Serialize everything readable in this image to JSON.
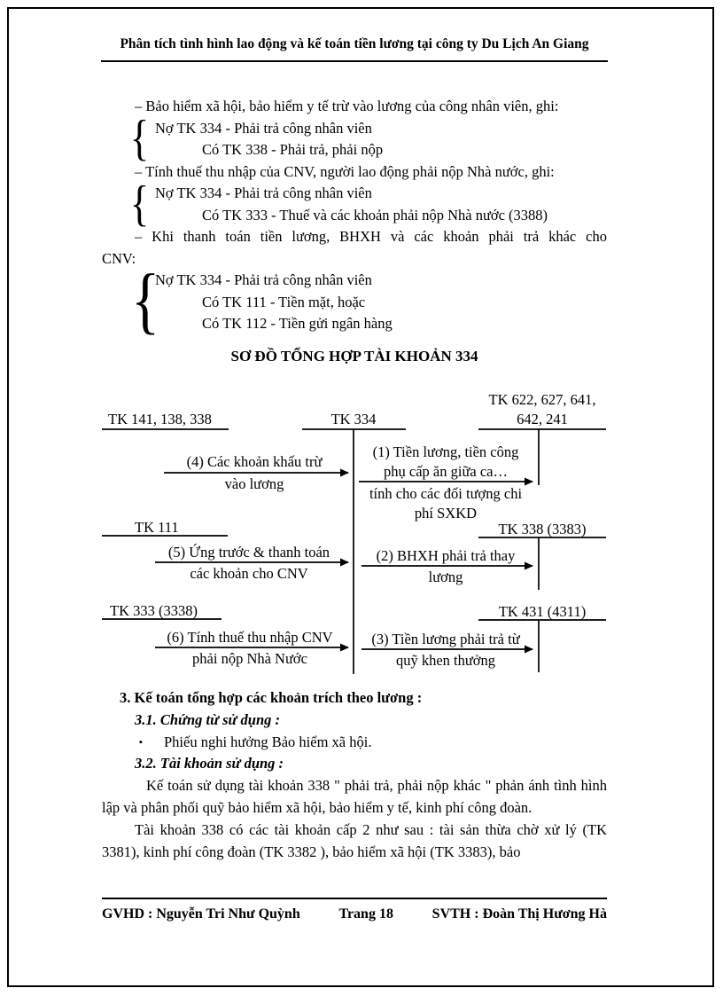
{
  "glyphs": {
    "brace": "{",
    "bullet": "▪"
  },
  "header": {
    "title": "Phân tích tình hình lao động và kế toán tiền lương tại công ty Du Lịch An Giang"
  },
  "entries": [
    {
      "intro": "– Bảo hiểm xã hội, bảo hiểm y tế trừ vào lương của công nhân viên, ghi:",
      "debit": "Nợ TK 334 - Phải trả công nhân viên",
      "credits": [
        "Có TK 338 - Phải trả, phải nộp"
      ]
    },
    {
      "intro": "– Tính thuế thu nhập của CNV, người lao động phải nộp Nhà nước, ghi:",
      "debit": "Nợ TK 334 - Phải trả công nhân viên",
      "credits": [
        "Có TK 333 - Thuế và các khoản phải nộp Nhà nước (3388)"
      ]
    },
    {
      "intro_line1": "– Khi thanh toán tiền lương, BHXH và các khoản phải trả khác cho",
      "intro_line2": "CNV:",
      "debit": "Nợ TK 334 - Phải trả công nhân viên",
      "credits": [
        "Có TK 111 - Tiền mặt, hoặc",
        "Có TK 112 - Tiền gửi ngân hàng"
      ]
    }
  ],
  "diagram": {
    "title": "SƠ ĐỒ TỔNG HỢP TÀI KHOẢN 334",
    "accounts": {
      "tk622_line1": "TK 622, 627, 641,",
      "tk622_line2": "642, 241",
      "tk141": "TK 141, 138, 338",
      "tk334": "TK 334",
      "tk111": "TK 111",
      "tk338": "TK 338 (3383)",
      "tk333": "TK 333 (3338)",
      "tk431": "TK 431 (4311)"
    },
    "flows": {
      "f1": [
        "(1) Tiền lương, tiền công",
        "phụ cấp ăn giữa ca…",
        "tính cho các đối tượng chi",
        "phí SXKD"
      ],
      "f2": [
        "(2) BHXH phải trả thay",
        "lương"
      ],
      "f3": [
        "(3) Tiền lương phải trả từ",
        "quỹ khen thưởng"
      ],
      "f4": [
        "(4) Các khoản khấu trừ",
        "vào lương"
      ],
      "f5": [
        "(5) Ứng trước & thanh toán",
        "các khoản cho CNV"
      ],
      "f6": [
        "(6) Tính thuế thu nhập CNV",
        "phải nộp Nhà Nước"
      ]
    }
  },
  "section3": {
    "heading": "3. Kế toán tổng hợp các khoản trích theo lương :",
    "sub1": "3.1. Chứng từ sử dụng :",
    "bullet1": "Phiếu nghi hưởng Bảo hiểm xã hội.",
    "sub2": "3.2. Tài khoản sử dụng :",
    "para1": "Kế toán sử dụng tài khoản 338 \" phải trả, phải nộp khác \" phản ánh tình hình lập và phân phối quỹ bảo hiểm xã hội, bảo hiểm y tế, kinh phí công đoàn.",
    "para2": "Tài khoản 338 có các tài khoản cấp 2 như sau : tài sản thừa chờ xử lý (TK 3381), kinh phí công đoàn (TK 3382 ), bảo hiểm xã hội (TK 3383), bảo"
  },
  "footer": {
    "gvhd": "GVHD : Nguyễn Tri Như Quỳnh",
    "page": "Trang 18",
    "svth": "SVTH : Đoàn Thị Hương Hà"
  }
}
